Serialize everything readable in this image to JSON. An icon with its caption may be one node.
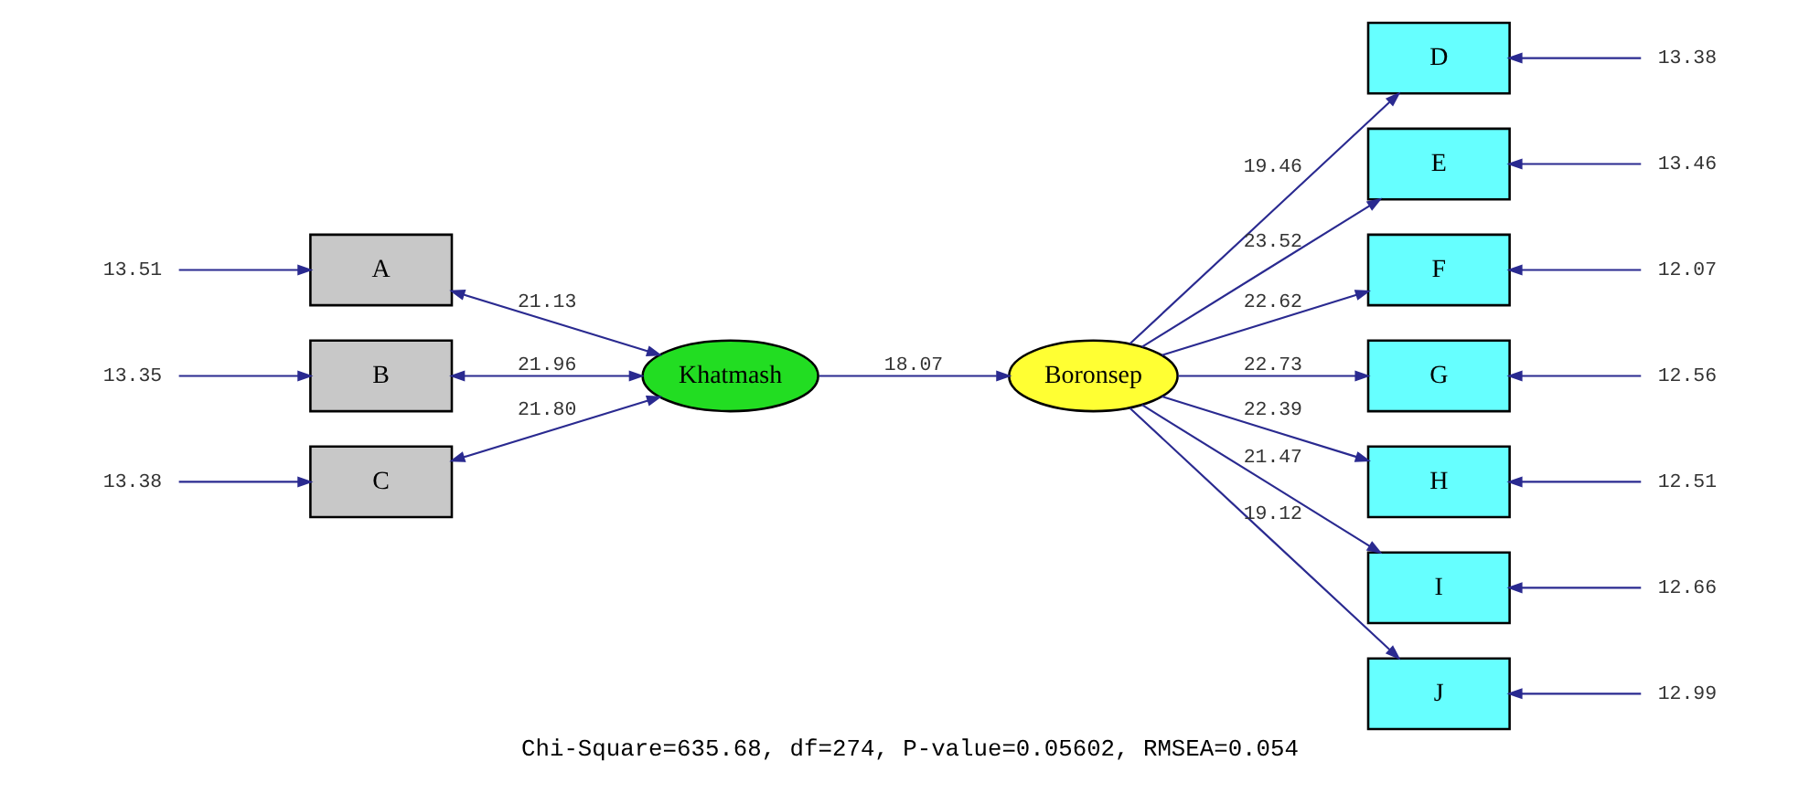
{
  "diagram": {
    "caption": "Chi-Square=635.68, df=274, P-value=0.05602, RMSEA=0.054",
    "nodes": [
      {
        "text": [
          "A"
        ]
      },
      {
        "text": [
          "B"
        ]
      },
      {
        "text": [
          "C"
        ]
      },
      {
        "text": [
          "Khatmash"
        ]
      },
      {
        "text": [
          "Boronsep"
        ]
      },
      {
        "text": [
          "D"
        ]
      },
      {
        "text": [
          "E"
        ]
      },
      {
        "text": [
          "F"
        ]
      },
      {
        "text": [
          "G"
        ]
      },
      {
        "text": [
          "H"
        ]
      },
      {
        "text": [
          "I"
        ]
      },
      {
        "text": [
          "J"
        ]
      }
    ],
    "edges": [
      {
        "from": null,
        "to": 0,
        "arrow": "to",
        "label": "13.51"
      },
      {
        "from": null,
        "to": 1,
        "arrow": "to",
        "label": "13.35"
      },
      {
        "from": null,
        "to": 2,
        "arrow": "to",
        "label": "13.38"
      },
      {
        "from": 3,
        "to": 0,
        "arrow": "both",
        "label": "21.13"
      },
      {
        "from": 3,
        "to": 1,
        "arrow": "both",
        "label": "21.96"
      },
      {
        "from": 3,
        "to": 2,
        "arrow": "both",
        "label": "21.80"
      },
      {
        "from": 3,
        "to": 4,
        "arrow": "to",
        "label": "18.07"
      },
      {
        "from": 4,
        "to": 5,
        "arrow": "to",
        "label": "19.46"
      },
      {
        "from": 4,
        "to": 6,
        "arrow": "to",
        "label": "23.52"
      },
      {
        "from": 4,
        "to": 7,
        "arrow": "to",
        "label": "22.62"
      },
      {
        "from": 4,
        "to": 8,
        "arrow": "to",
        "label": "22.73"
      },
      {
        "from": 4,
        "to": 9,
        "arrow": "to",
        "label": "22.39"
      },
      {
        "from": 4,
        "to": 10,
        "arrow": "to",
        "label": "21.47"
      },
      {
        "from": 4,
        "to": 11,
        "arrow": "to",
        "label": "19.12"
      },
      {
        "from": null,
        "to": 5,
        "arrow": "to",
        "label": "13.38"
      },
      {
        "from": null,
        "to": 6,
        "arrow": "to",
        "label": "13.46"
      },
      {
        "from": null,
        "to": 7,
        "arrow": "to",
        "label": "12.07"
      },
      {
        "from": null,
        "to": 8,
        "arrow": "to",
        "label": "12.56"
      },
      {
        "from": null,
        "to": 9,
        "arrow": "to",
        "label": "12.51"
      },
      {
        "from": null,
        "to": 10,
        "arrow": "to",
        "label": "12.66"
      },
      {
        "from": null,
        "to": 11,
        "arrow": "to",
        "label": "12.99"
      }
    ]
  }
}
